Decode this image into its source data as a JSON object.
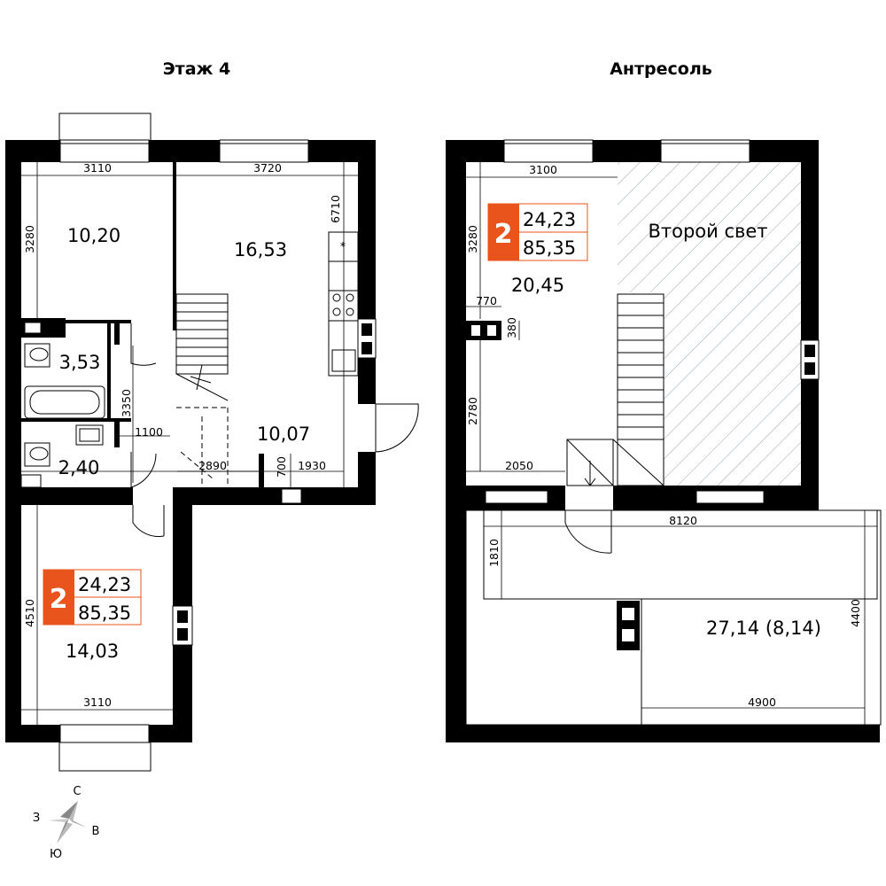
{
  "floor4": {
    "title": "Этаж 4",
    "rooms": {
      "bedroom_top": "10,20",
      "living": "16,53",
      "bath1": "3,53",
      "bath2": "2,40",
      "hall": "10,07",
      "bedroom_bottom": "14,03"
    },
    "dims": {
      "d3110_top": "3110",
      "d3720": "3720",
      "d6710": "6710",
      "d3280": "3280",
      "d3350": "3350",
      "d1100": "1100",
      "d2890": "2890",
      "d700": "700",
      "d1930": "1930",
      "d4510": "4510",
      "d3110_bottom": "3110"
    },
    "badge": {
      "rooms": "2",
      "living_area": "24,23",
      "total_area": "85,35"
    }
  },
  "mezzanine": {
    "title": "Антресоль",
    "second_light": "Второй свет",
    "rooms": {
      "main": "20,45",
      "terrace": "27,14 (8,14)"
    },
    "dims": {
      "d3100": "3100",
      "d3280": "3280",
      "d770": "770",
      "d380": "380",
      "d2780": "2780",
      "d2050": "2050",
      "d8120": "8120",
      "d1810": "1810",
      "d4400": "4400",
      "d4900": "4900"
    },
    "badge": {
      "rooms": "2",
      "living_area": "24,23",
      "total_area": "85,35"
    }
  },
  "compass": {
    "north": "С",
    "west": "З",
    "east": "В",
    "south": "Ю"
  },
  "colors": {
    "badge": "#e8541b",
    "wall": "#000000",
    "hatch": "#9aa4ad"
  }
}
